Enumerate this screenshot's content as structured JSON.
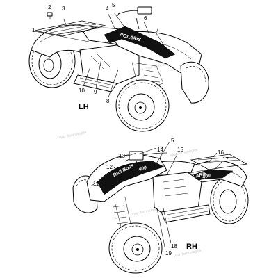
{
  "views": {
    "left": {
      "label": "LH"
    },
    "right": {
      "label": "RH"
    }
  },
  "callouts": {
    "c1": "1",
    "c2": "2",
    "c3": "3",
    "c4": "4",
    "c5": "5",
    "c6": "6",
    "c7": "7",
    "c8": "8",
    "c9": "9",
    "c10": "10",
    "c5b": "5",
    "c11": "11",
    "c12": "12",
    "c13": "13",
    "c14": "14",
    "c15": "15",
    "c16": "16",
    "c17": "17",
    "c18": "18",
    "c19": "19"
  },
  "decals": {
    "brand": "POLARIS",
    "model": "400",
    "script": "Trail Boss"
  },
  "watermark": "Vast Technologies",
  "colors": {
    "line": "#000000",
    "background": "#ffffff",
    "watermark": "#c8c8c8"
  }
}
